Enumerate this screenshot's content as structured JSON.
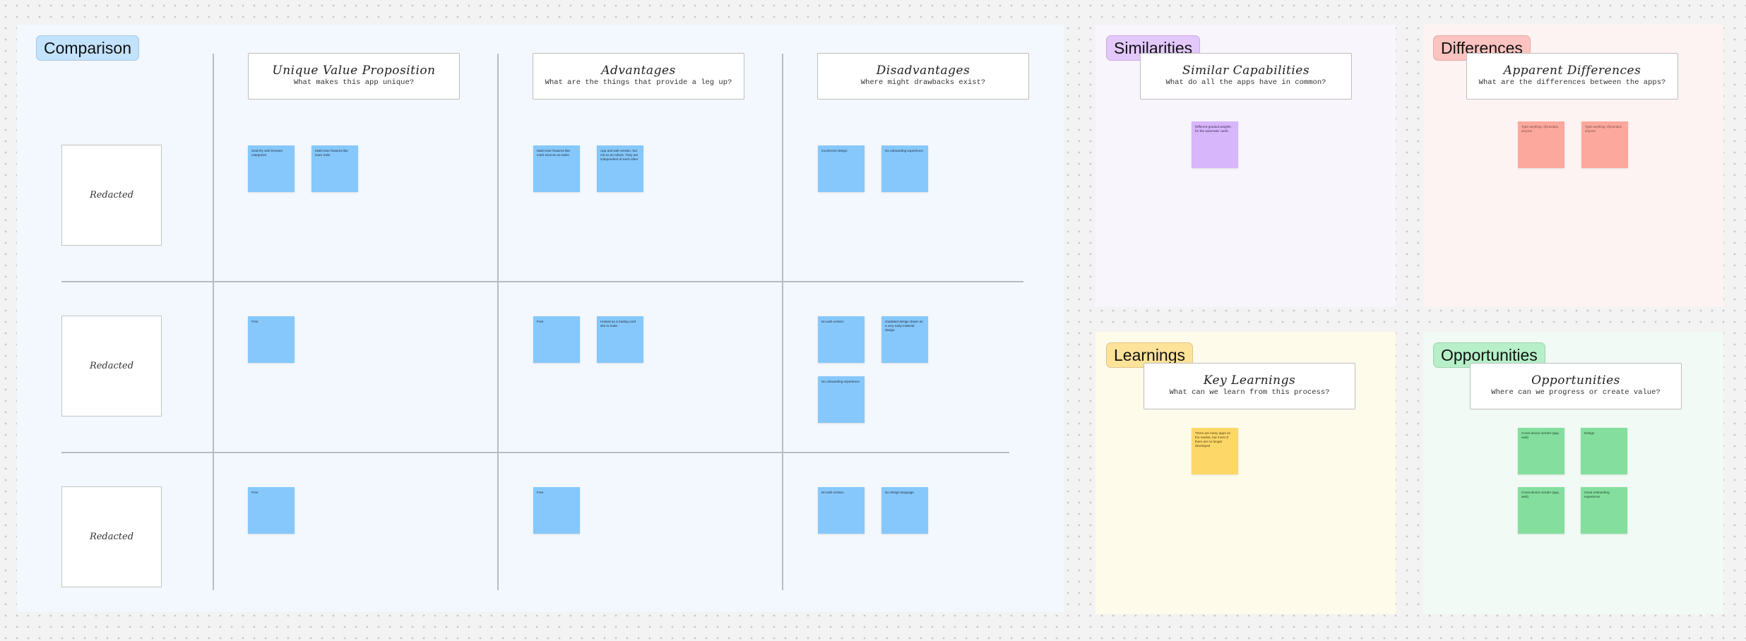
{
  "sections": {
    "comparison": {
      "label": "Comparison",
      "label_bg": "#c3e2fd",
      "bg": "#f2f8fd",
      "columns": [
        {
          "title": "Unique Value Proposition",
          "subtitle": "What makes this app unique?"
        },
        {
          "title": "Advantages",
          "subtitle": "What are the things that provide a leg up?"
        },
        {
          "title": "Disadvantages",
          "subtitle": "Where might drawbacks exist?"
        }
      ],
      "rows": [
        "Redacted",
        "Redacted",
        "Redacted"
      ],
      "stickies": {
        "r1": [
          "Searchy web browser categories",
          "Multi-User features like team trails",
          "Multi-User features like mark sources as tasks",
          "App and web version, but not so as robust. They are independent of each other",
          "Incoherent design",
          "No onboarding experience"
        ],
        "r2": [
          "Free",
          "Free",
          "Hosted as a trading card site to trade",
          "No web version",
          "Outdated design drawn as a very early material design",
          "No onboarding experience"
        ],
        "r3": [
          "Free",
          "Free",
          "No web version",
          "No design language"
        ]
      }
    },
    "similarities": {
      "label": "Similarities",
      "label_bg": "#e3c8fc",
      "bg": "#f8f5fd",
      "title": "Similar Capabilities",
      "subtitle": "What do all the apps have in common?",
      "stickies": [
        "Different gradual weights for the automatic cards"
      ]
    },
    "differences": {
      "label": "Differences",
      "label_bg": "#fdc3c0",
      "bg": "#fdf3f2",
      "title": "Apparent Differences",
      "subtitle": "What are the differences between the apps?",
      "stickies": [
        "Type anything, @mention anyone",
        "Type anything, @mention anyone"
      ]
    },
    "learnings": {
      "label": "Learnings",
      "label_bg": "#fde29a",
      "bg": "#fefbea",
      "title": "Key Learnings",
      "subtitle": "What can we learn from this process?",
      "stickies": [
        "There are many apps on the market, but most of them are no longer developed"
      ]
    },
    "opportunities": {
      "label": "Opportunities",
      "label_bg": "#b6efc8",
      "bg": "#f1faf4",
      "title": "Opportunities",
      "subtitle": "Where can we progress or create value?",
      "stickies": [
        "Cross-device sender (app, web)",
        "Design",
        "Cross-device sender (app, web)",
        "Good onboarding experience"
      ]
    }
  }
}
